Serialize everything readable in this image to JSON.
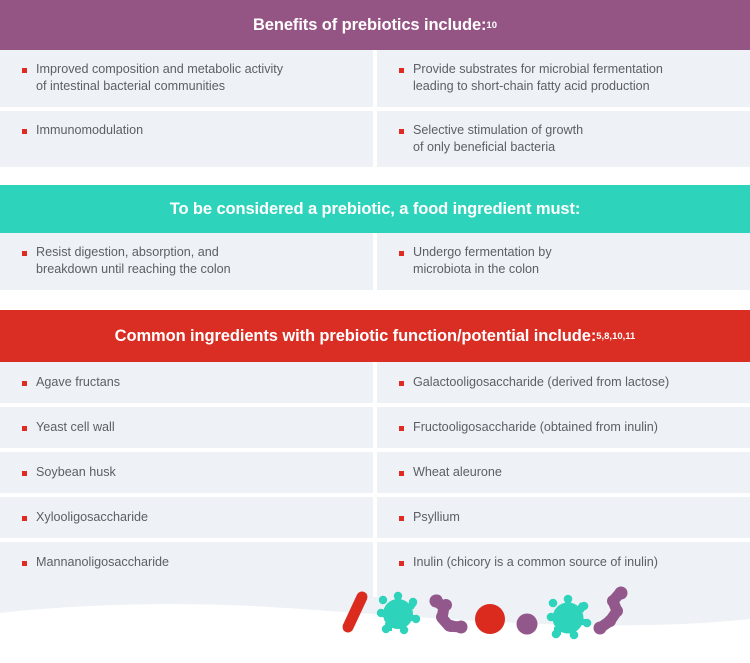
{
  "colors": {
    "purple": "#955584",
    "teal": "#2ed3bb",
    "red": "#da2d23",
    "bullet_red": "#e02b20",
    "row_bg": "#eef1f5",
    "text": "#5c6066",
    "microbe_purple": "#92588c",
    "microbe_teal": "#2ed3bb",
    "microbe_red": "#db2a1e"
  },
  "sections": [
    {
      "id": "benefits",
      "header": {
        "text": "Benefits of prebiotics include:",
        "superscript": "10",
        "style": "purple"
      },
      "rows": [
        {
          "left": "Improved composition and metabolic activity\nof intestinal bacterial communities",
          "right": "Provide substrates for microbial fermentation\nleading to short-chain fatty acid production"
        },
        {
          "left": "Immunomodulation",
          "right": "Selective stimulation of growth\nof only beneficial bacteria"
        }
      ]
    },
    {
      "id": "criteria",
      "header": {
        "text": "To be considered a prebiotic, a food ingredient must:",
        "superscript": "",
        "style": "teal"
      },
      "rows": [
        {
          "left": "Resist digestion, absorption, and\nbreakdown until reaching the colon",
          "right": "Undergo fermentation by\nmicrobiota in the colon"
        }
      ]
    },
    {
      "id": "ingredients",
      "header": {
        "text": "Common ingredients with prebiotic function/potential include:",
        "superscript": "5,8,10,11",
        "style": "red"
      },
      "rows": [
        {
          "left": "Agave fructans",
          "right": "Galactooligosaccharide (derived from lactose)"
        },
        {
          "left": "Yeast cell wall",
          "right": "Fructooligosaccharide (obtained from inulin)"
        },
        {
          "left": "Soybean husk",
          "right": "Wheat aleurone"
        },
        {
          "left": "Xylooligosaccharide",
          "right": "Psyllium"
        },
        {
          "left": "Mannanoligosaccharide",
          "right": "Inulin (chicory is a common source of inulin)"
        }
      ]
    }
  ],
  "decoration": {
    "microbes": [
      {
        "name": "rod-bacterium",
        "color": "#db2a1e"
      },
      {
        "name": "spiky-virus",
        "color": "#2ed3bb"
      },
      {
        "name": "chain-bacterium",
        "color": "#92588c"
      },
      {
        "name": "round-bacterium",
        "color": "#db2a1e"
      },
      {
        "name": "small-coccus",
        "color": "#92588c"
      },
      {
        "name": "spiky-virus",
        "color": "#2ed3bb"
      },
      {
        "name": "chain-bacterium",
        "color": "#92588c"
      }
    ]
  }
}
